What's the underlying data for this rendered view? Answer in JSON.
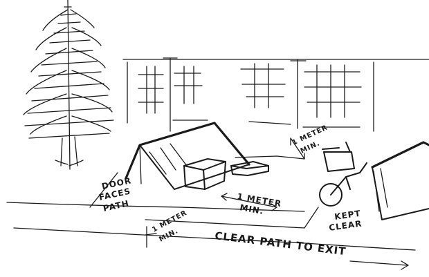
{
  "labels": {
    "door_faces_path": [
      "DOOR",
      "FACES",
      "PATH"
    ],
    "one_meter_min_center": [
      "1 METER",
      "MIN."
    ],
    "one_meter_min_left": [
      "1 METER",
      "MIN."
    ],
    "one_meter_min_top": [
      "1 METER",
      "MIN."
    ],
    "kept_clear": [
      "KEPT",
      "CLEAR"
    ],
    "clear_path_to_exit": "CLEAR PATH TO EXIT"
  }
}
